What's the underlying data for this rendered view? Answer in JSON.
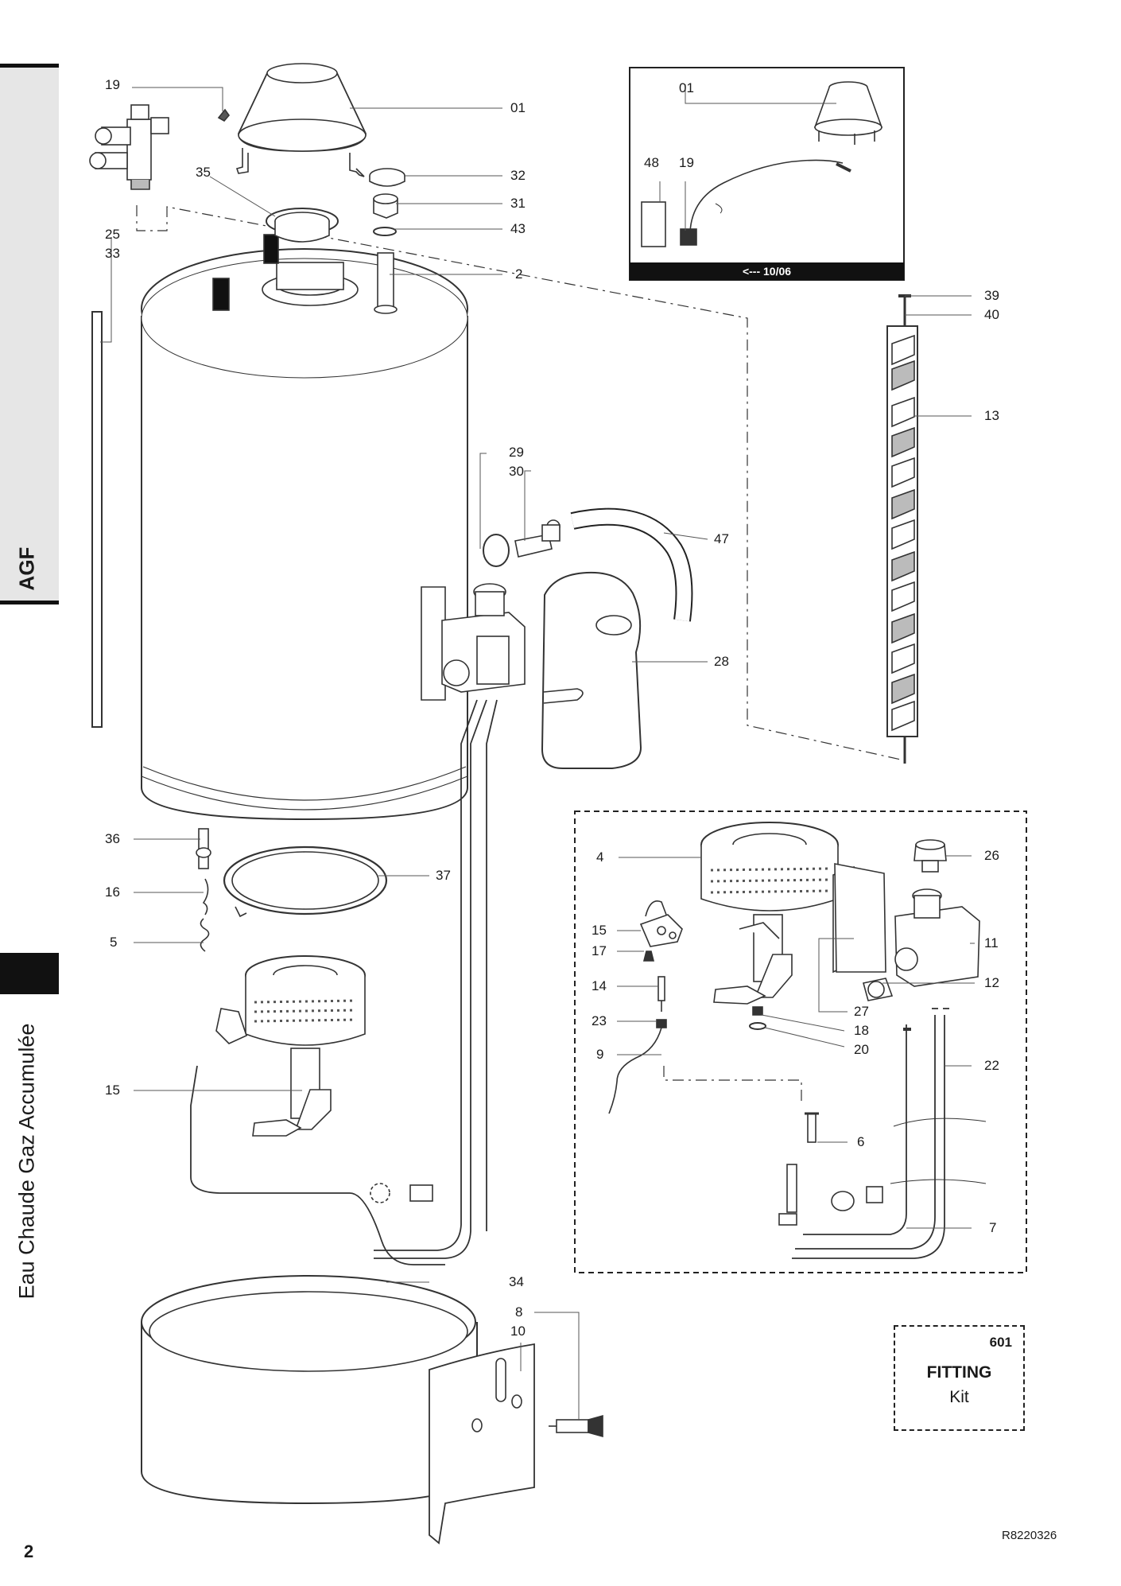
{
  "sidebar": {
    "product_code": "AGF",
    "section_title": "Eau Chaude Gaz Accumulée"
  },
  "footer": {
    "page_number": "2",
    "document_ref": "R8220326"
  },
  "kit_box": {
    "code": "601",
    "title": "FITTING",
    "subtitle": "Kit"
  },
  "inset": {
    "date_marker": "<--- 10/06",
    "labels": [
      "01",
      "48",
      "19"
    ]
  },
  "callouts": {
    "main_left": [
      "19",
      "25",
      "33",
      "35",
      "36",
      "16",
      "5",
      "15"
    ],
    "main_right": [
      "01",
      "32",
      "31",
      "43",
      "2",
      "29",
      "30",
      "47",
      "28",
      "37",
      "34",
      "8",
      "10"
    ],
    "louvre": [
      "39",
      "40",
      "13"
    ],
    "burner_kit": [
      "4",
      "26",
      "15",
      "17",
      "14",
      "23",
      "9",
      "11",
      "12",
      "27",
      "18",
      "20",
      "22",
      "6",
      "7"
    ]
  }
}
